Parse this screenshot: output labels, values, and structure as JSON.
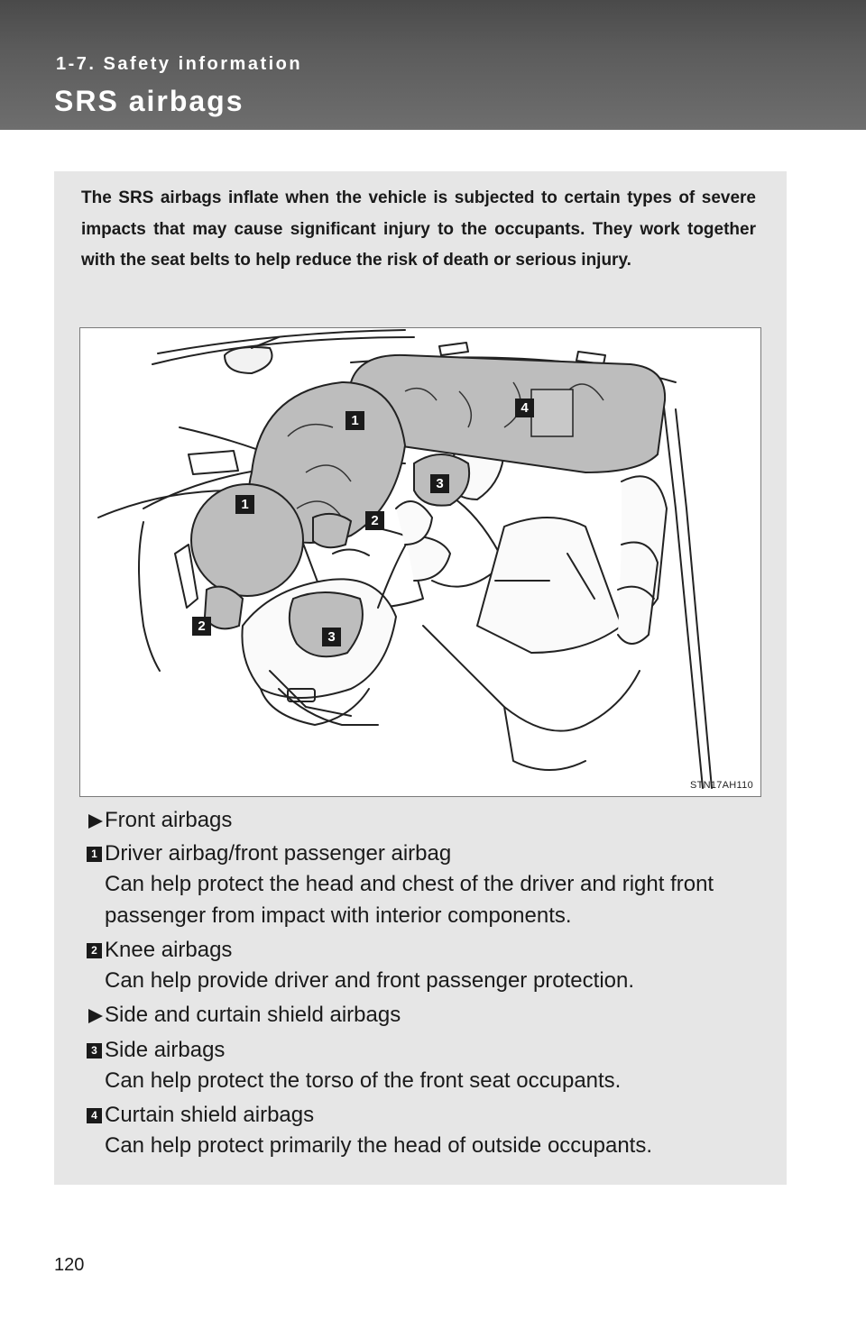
{
  "header": {
    "section": "1-7. Safety information",
    "title": "SRS airbags"
  },
  "intro": "The SRS airbags inflate when the vehicle is subjected to certain types of severe impacts that may cause significant injury to the occupants. They work together with the seat belts to help reduce the risk of death or serious injury.",
  "figure": {
    "code": "STN17AH110",
    "callouts": [
      "1",
      "4",
      "3",
      "1",
      "2",
      "2",
      "3"
    ]
  },
  "list": {
    "front_heading": "Front airbags",
    "item1_num": "1",
    "item1_title": "Driver airbag/front passenger airbag",
    "item1_desc_line1": "Can help protect the head and chest of the driver and right front",
    "item1_desc_line2": "passenger from impact with interior components.",
    "item2_num": "2",
    "item2_title": "Knee airbags",
    "item2_desc": "Can help provide driver and front passenger protection.",
    "side_heading": "Side and curtain shield airbags",
    "item3_num": "3",
    "item3_title": "Side airbags",
    "item3_desc": "Can help protect the torso of the front seat occupants.",
    "item4_num": "4",
    "item4_title": "Curtain shield airbags",
    "item4_desc": "Can help protect primarily the head of outside occupants."
  },
  "footer": {
    "page_number": "120"
  }
}
